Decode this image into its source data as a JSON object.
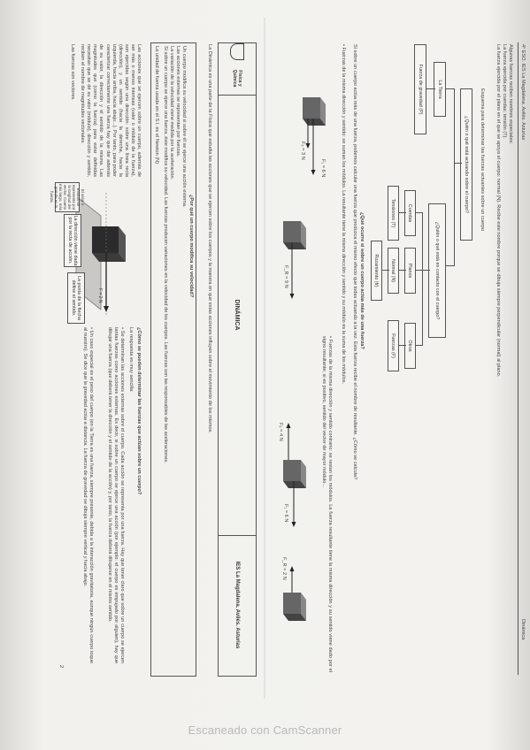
{
  "footer": {
    "scanner": "Escaneado con CamScanner"
  },
  "page_left": {
    "header": {
      "logo_text": "Física y Química",
      "title": "DINÁMICA",
      "school": "IES La Magdalena. Avilés. Asturias"
    },
    "intro": "La Dinámica es una parte de la Física que estudia las acciones que se ejercen sobre los cuerpos y la manera en que estas acciones influyen sobre el movimiento de los mismos.",
    "q1": "¿Por qué un cuerpo modifica su velocidad?",
    "box1": [
      "Un cuerpo modifica su velocidad si sobre él se ejerce una acción externa.",
      "Las acciones externas se representan por fuerzas.",
      "La variación de la velocidad viene medida por la aceleración.",
      "Si sobre un cuerpo se ejerce una fuerza, éste modifica su velocidad. Las fuerzas producen variaciones en la velocidad de los cuerpos. Las fuerzas son las responsables de las aceleraciones.",
      "La unidad de fuerza usada en el S.I. es el Newton (N)"
    ],
    "vector_text": "Las acciones que se ejercen sobre un cuerpo, además de ser más o menos intensas (valor o módulo de la fuerza), son ejercidas según una dirección: sobre una línea recta (dirección), y un sentido (hacia la derecha, hacia la izquierda, hacia arriba, hacia abajo...). Por tanto, para poder caracterizar correctamente una fuerza hay que dar además de su valor, la dirección y el sentido de la misma. Las magnitudes que (como la fuerza) para estar definidas necesitan que se dé su valor (módulo), dirección y sentido, reciben el nombre de magnitudes vectoriales.",
    "vector_text2": "Las fuerzas son vectores.",
    "callouts": {
      "tip": "La punta de la flecha define el sentido.",
      "module": "El valor o módulo se representa por la longitud del vector. Cuanto más largo, más grande es la fuerza.",
      "direction": "La dirección viene dada por la recta de acción."
    },
    "force_label": "F = 2 N",
    "q2": "¿Cómo se pueden determinar las fuerzas que actúan sobre un cuerpo?",
    "q2_lead": "La respuesta es muy sencilla:",
    "bullets": [
      "Se determinan las acciones externas sobre el cuerpo. Cada acción se representa por una fuerza. Hay que tener claro que sobre un cuerpo se ejercen tantas fuerzas como acciones externas. Es decir, si sobre un cuerpo se ejerce una acción (por ejemplo: el cuerpo es empujado por alguien), hay que dibujar una fuerza (que deberá tener la dirección y el sentido de la acción) y, por tanto, la fuerza deberá dibujarse en el mismo sentido.",
      "Un caso especial es el peso del cuerpo (en la Tierra es una fuerza, siempre presente, debida a la interacción gravitatoria, aunque ningún cuerpo toque al nuestro). Se dice que la gravedad actúa a distancia. La fuerza de gravedad se dibuja siempre vertical y hacia abajo."
    ],
    "page_number": "2"
  },
  "page_right": {
    "header": {
      "course": "4º ESO. IES La Magdalena. Avilés. Asturias",
      "topic": "Dinámica"
    },
    "intro": [
      "Algunas fuerzas reciben nombres especiales:",
      "La fuerza ejercida por cuerdas: tensión (T).",
      "La fuerza ejercida por el plano en el que se apoya el cuerpo: normal (N). Recibe este nombre porque se dibuja siempre perpendicular (normal) al plano."
    ],
    "scheme_title": "Esquema para determinar las fuerzas actuantes sobre un cuerpo",
    "scheme": {
      "root": "¿Quién o qué está actuando sobre el cuerpo?",
      "earth": "La Tierra",
      "weight": "Fuerza de gravedad (P)",
      "contact": "¿Quién o qué está en contacto con el cuerpo?",
      "strings": "Cuerdas",
      "plane": "Planos",
      "others": "Otros",
      "tension": "Tensiones (T)",
      "normal": "Normal (N)",
      "friction": "Rozamiento (fr)",
      "forces": "Fuerzas (F)"
    },
    "q3": "¿Qué ocurre si sobre un cuerpo actúa más de una fuerza?",
    "q3_text": "Si sobre un cuerpo actúa más de una fuerza, podemos calcular una fuerza que produzca el mismo efecto que todas actuando a la vez. Esta fuerza recibe el nombre de resultante. ¿Cómo se calcula?",
    "rules": [
      "Fuerzas de la misma dirección y sentido: se suman los módulos. La resultante tiene la misma dirección y sentido y su módulo es la suma de los módulos.",
      "Fuerzas de la misma dirección y sentido contrario: se restan los módulos. La fuerza resultante tiene la misma dirección y su sentido viene dado por el signo resultante; si es positivo, sentido del vector de mayor módulo..."
    ],
    "examples": {
      "f1a": "F₁ = 6 N",
      "f2a": "F₂ = 3 N",
      "fra": "F_R = 9 N",
      "f1b": "F₁ = 6 N",
      "f2b": "F₂ = 4 N",
      "frb": "F_R = 2 N"
    }
  }
}
